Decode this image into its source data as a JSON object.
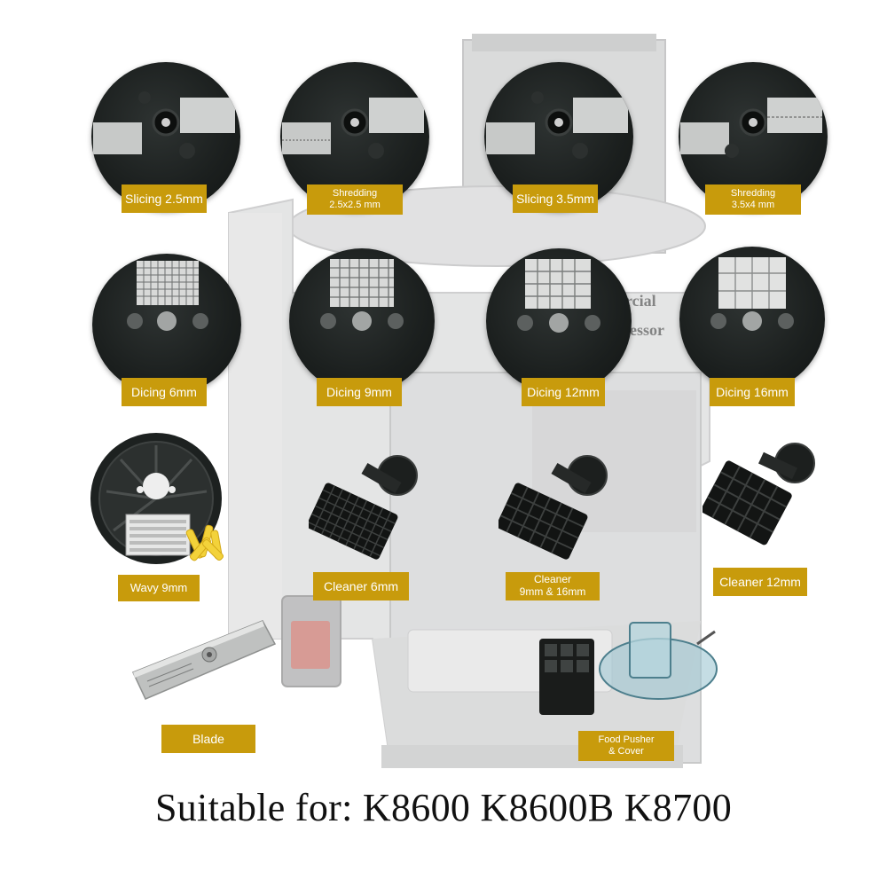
{
  "labels": {
    "slicing_2_5": "Slicing 2.5mm",
    "shredding_2_5": "Shredding\n2.5x2.5 mm",
    "slicing_3_5": "Slicing 3.5mm",
    "shredding_3_5": "Shredding\n3.5x4 mm",
    "dicing_6": "Dicing 6mm",
    "dicing_9": "Dicing 9mm",
    "dicing_12": "Dicing 12mm",
    "dicing_16": "Dicing 16mm",
    "wavy_9": "Wavy 9mm",
    "cleaner_6": "Cleaner 6mm",
    "cleaner_9_16": "Cleaner\n9mm & 16mm",
    "cleaner_12": "Cleaner 12mm",
    "blade": "Blade",
    "pusher_cover": "Food Pusher\n& Cover"
  },
  "machine": {
    "badge_line1": "rcial",
    "badge_line2": "cessor"
  },
  "footer": {
    "compat": "Suitable for: K8600 K8600B K8700"
  },
  "colors": {
    "label_bg": "#c89b0c",
    "label_text": "#ffffff",
    "disc": "#1b1f1e",
    "machine_body": "#cfd0d0"
  }
}
